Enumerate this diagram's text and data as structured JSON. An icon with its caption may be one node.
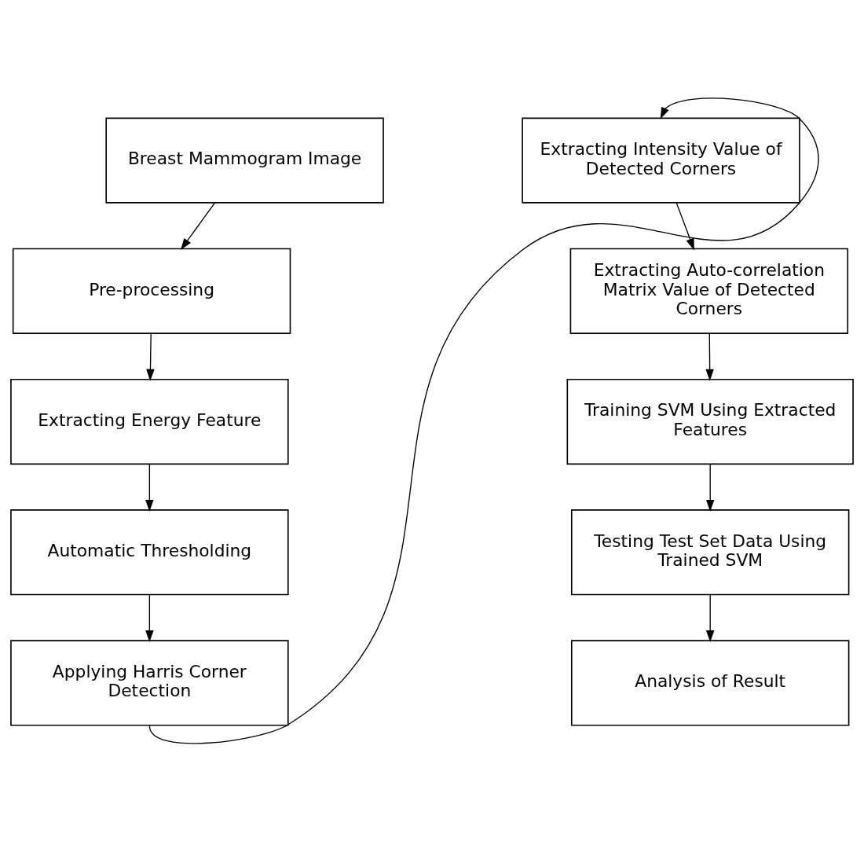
{
  "diagram": {
    "nodes": [
      {
        "text": [
          "Breast Mammogram Image"
        ]
      },
      {
        "text": [
          "Pre-processing"
        ]
      },
      {
        "text": [
          "Extracting Energy Feature"
        ]
      },
      {
        "text": [
          "Automatic Thresholding"
        ]
      },
      {
        "text": [
          "Applying Harris Corner Detection"
        ]
      },
      {
        "text": [
          "Extracting Intensity Value of Detected Corners"
        ]
      },
      {
        "text": [
          "Extracting Auto-correlation Matrix Value of Detected Corners"
        ]
      },
      {
        "text": [
          "Training SVM Using Extracted Features"
        ]
      },
      {
        "text": [
          "Testing Test Set Data Using Trained SVM"
        ]
      },
      {
        "text": [
          "Analysis of Result"
        ]
      }
    ],
    "edges": [
      {
        "from": 0,
        "to": 1,
        "arrow": "to"
      },
      {
        "from": 1,
        "to": 2,
        "arrow": "to"
      },
      {
        "from": 2,
        "to": 3,
        "arrow": "to"
      },
      {
        "from": 3,
        "to": 4,
        "arrow": "to"
      },
      {
        "from": 4,
        "to": 5,
        "arrow": "to"
      },
      {
        "from": 5,
        "to": 6,
        "arrow": "to"
      },
      {
        "from": 6,
        "to": 7,
        "arrow": "to"
      },
      {
        "from": 7,
        "to": 8,
        "arrow": "to"
      },
      {
        "from": 8,
        "to": 9,
        "arrow": "to"
      }
    ]
  }
}
